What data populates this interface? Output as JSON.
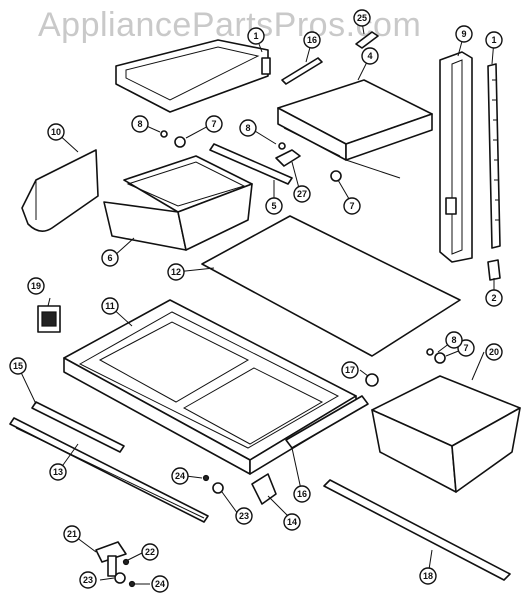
{
  "watermark": "AppliancePartsPros.com",
  "callouts": [
    {
      "id": "c1a",
      "label": "1"
    },
    {
      "id": "c1b",
      "label": "1"
    },
    {
      "id": "c2",
      "label": "2"
    },
    {
      "id": "c4",
      "label": "4"
    },
    {
      "id": "c5",
      "label": "5"
    },
    {
      "id": "c6",
      "label": "6"
    },
    {
      "id": "c7a",
      "label": "7"
    },
    {
      "id": "c7b",
      "label": "7"
    },
    {
      "id": "c7c",
      "label": "7"
    },
    {
      "id": "c8a",
      "label": "8"
    },
    {
      "id": "c8b",
      "label": "8"
    },
    {
      "id": "c8c",
      "label": "8"
    },
    {
      "id": "c9",
      "label": "9"
    },
    {
      "id": "c10",
      "label": "10"
    },
    {
      "id": "c11",
      "label": "11"
    },
    {
      "id": "c12",
      "label": "12"
    },
    {
      "id": "c13",
      "label": "13"
    },
    {
      "id": "c14",
      "label": "14"
    },
    {
      "id": "c15",
      "label": "15"
    },
    {
      "id": "c16a",
      "label": "16"
    },
    {
      "id": "c16b",
      "label": "16"
    },
    {
      "id": "c17",
      "label": "17"
    },
    {
      "id": "c18",
      "label": "18"
    },
    {
      "id": "c19",
      "label": "19"
    },
    {
      "id": "c20",
      "label": "20"
    },
    {
      "id": "c21",
      "label": "21"
    },
    {
      "id": "c22",
      "label": "22"
    },
    {
      "id": "c23a",
      "label": "23"
    },
    {
      "id": "c23b",
      "label": "23"
    },
    {
      "id": "c24a",
      "label": "24"
    },
    {
      "id": "c24b",
      "label": "24"
    },
    {
      "id": "c25",
      "label": "25"
    },
    {
      "id": "c27",
      "label": "27"
    }
  ]
}
